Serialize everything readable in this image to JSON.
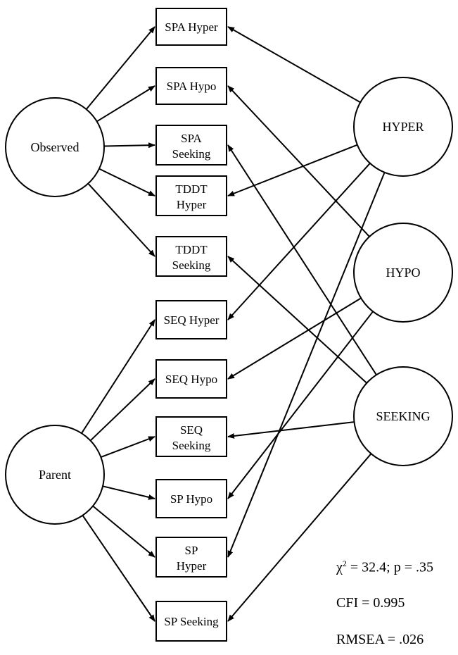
{
  "factors": {
    "observed": "Observed",
    "parent": "Parent",
    "hyper": "HYPER",
    "hypo": "HYPO",
    "seeking": "SEEKING"
  },
  "indicators": {
    "spa_hyper": [
      "SPA Hyper"
    ],
    "spa_hypo": [
      "SPA Hypo"
    ],
    "spa_seeking": [
      "SPA",
      "Seeking"
    ],
    "tddt_hyper": [
      "TDDT",
      "Hyper"
    ],
    "tddt_seeking": [
      "TDDT",
      "Seeking"
    ],
    "seq_hyper": [
      "SEQ Hyper"
    ],
    "seq_hypo": [
      "SEQ Hypo"
    ],
    "seq_seeking": [
      "SEQ",
      "Seeking"
    ],
    "sp_hypo": [
      "SP Hypo"
    ],
    "sp_hyper": [
      "SP",
      "Hyper"
    ],
    "sp_seeking": [
      "SP Seeking"
    ]
  },
  "paths": [
    [
      "observed",
      "spa_hyper"
    ],
    [
      "observed",
      "spa_hypo"
    ],
    [
      "observed",
      "spa_seeking"
    ],
    [
      "observed",
      "tddt_hyper"
    ],
    [
      "observed",
      "tddt_seeking"
    ],
    [
      "parent",
      "seq_hyper"
    ],
    [
      "parent",
      "seq_hypo"
    ],
    [
      "parent",
      "seq_seeking"
    ],
    [
      "parent",
      "sp_hypo"
    ],
    [
      "parent",
      "sp_hyper"
    ],
    [
      "parent",
      "sp_seeking"
    ],
    [
      "hyper",
      "spa_hyper"
    ],
    [
      "hyper",
      "tddt_hyper"
    ],
    [
      "hyper",
      "seq_hyper"
    ],
    [
      "hyper",
      "sp_hyper"
    ],
    [
      "hypo",
      "spa_hypo"
    ],
    [
      "hypo",
      "seq_hypo"
    ],
    [
      "hypo",
      "sp_hypo"
    ],
    [
      "seeking",
      "spa_seeking"
    ],
    [
      "seeking",
      "tddt_seeking"
    ],
    [
      "seeking",
      "seq_seeking"
    ],
    [
      "seeking",
      "sp_seeking"
    ]
  ],
  "fit": {
    "chi_symbol": "χ",
    "chi_exp": "2",
    "chi_rest": " = 32.4; p = .35",
    "cfi": "CFI = 0.995",
    "rmsea": "RMSEA = .026"
  }
}
